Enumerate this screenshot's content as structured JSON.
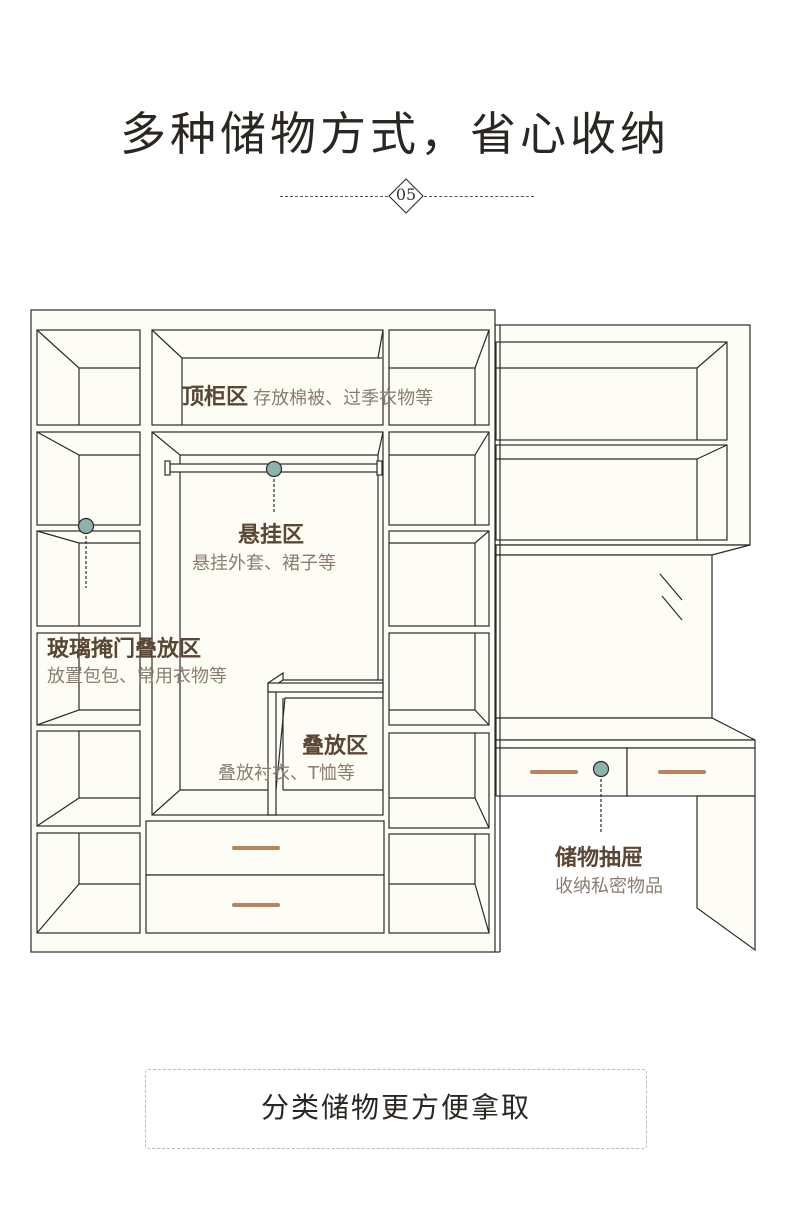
{
  "header": {
    "title": "多种储物方式，省心收纳",
    "badge_number": "05"
  },
  "zones": {
    "top_cabinet": {
      "name": "顶柜区",
      "desc": "存放棉被、过季衣物等"
    },
    "hanging": {
      "name": "悬挂区",
      "desc": "悬挂外套、裙子等"
    },
    "glass_door": {
      "name": "玻璃掩门叠放区",
      "desc": "放置包包、常用衣物等"
    },
    "folding": {
      "name": "叠放区",
      "desc": "叠放衬衣、T恤等"
    },
    "drawer": {
      "name": "储物抽屉",
      "desc": "收纳私密物品"
    }
  },
  "footer": {
    "caption": "分类储物更方便拿取"
  },
  "colors": {
    "wardrobe_fill": "#fdfcf5",
    "outline": "#2b2b2b",
    "handle": "#b9835f",
    "marker": "#8fb1ad",
    "label_bold": "#5a4634",
    "label_sub": "#8a7d70"
  }
}
